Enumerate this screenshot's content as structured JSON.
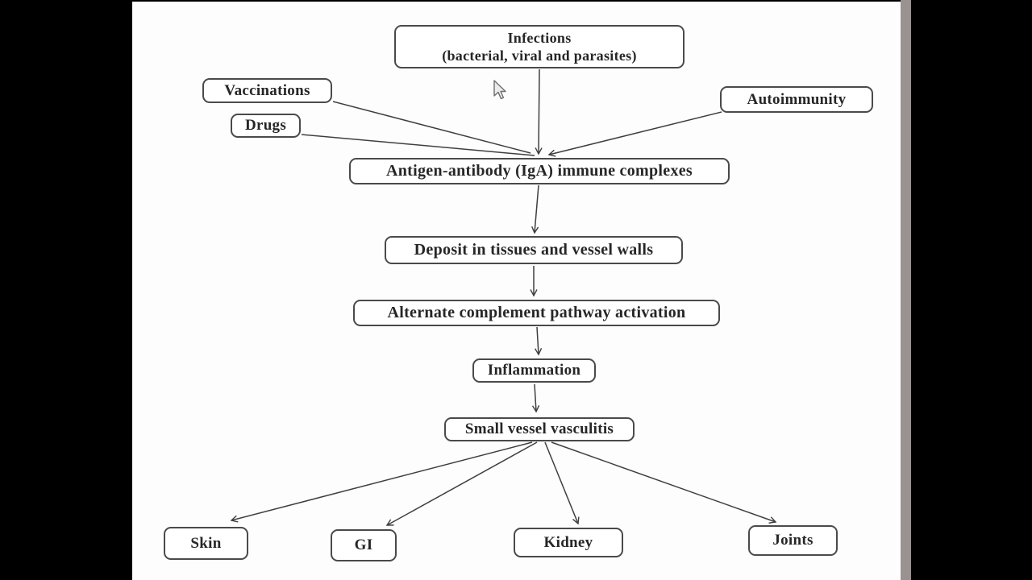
{
  "diagram": {
    "nodes": {
      "infections": {
        "line1": "Infections",
        "line2": "(bacterial, viral and parasites)"
      },
      "vaccinations": {
        "label": "Vaccinations"
      },
      "drugs": {
        "label": "Drugs"
      },
      "autoimmunity": {
        "label": "Autoimmunity"
      },
      "immune_complexes": {
        "label": "Antigen-antibody (IgA) immune complexes"
      },
      "deposit": {
        "label": "Deposit in tissues and vessel walls"
      },
      "complement": {
        "label": "Alternate complement pathway activation"
      },
      "inflammation": {
        "label": "Inflammation"
      },
      "vasculitis": {
        "label": "Small vessel vasculitis"
      },
      "skin": {
        "label": "Skin"
      },
      "gi": {
        "label": "GI"
      },
      "kidney": {
        "label": "Kidney"
      },
      "joints": {
        "label": "Joints"
      }
    },
    "colors": {
      "letterbox": "#000000",
      "slide_background": "#fdfdfd",
      "box_border": "#4a4a4a",
      "text": "#262626",
      "arrow": "#3f3f3f",
      "scrollbar": "#9a9290"
    }
  }
}
